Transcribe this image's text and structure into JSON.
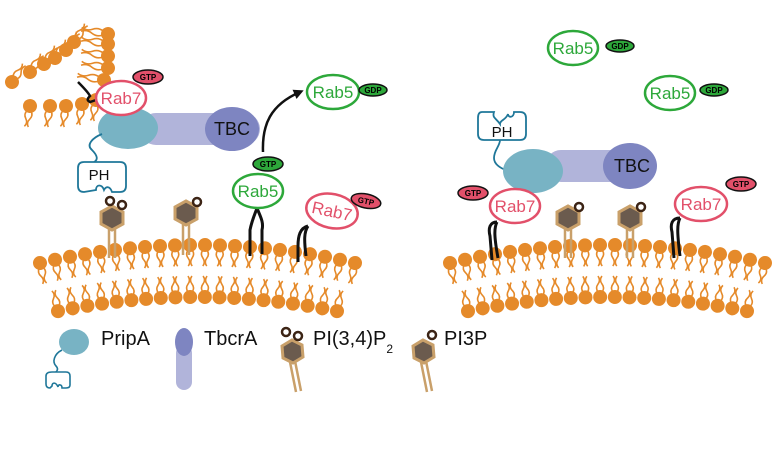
{
  "colors": {
    "lipid": "#E58A2A",
    "rab7": "#E2506A",
    "rab5": "#2DA83A",
    "gtp_rab7_fill": "#E2506A",
    "gtp_rab5_fill": "#2DA83A",
    "gdp_fill": "#2DA83A",
    "pripA": "#78B3C4",
    "tbcrA_head": "#7E85C1",
    "tbcrA_body": "#B1B4DA",
    "ph_domain": "#1F7799",
    "pi_hex_fill": "#6B5B4E",
    "pi_hex_stroke": "#C9A06A",
    "pi_phosphate": "#3C2415",
    "anchor": "#000000"
  },
  "left_panel": {
    "rab7_top": {
      "label": "Rab7",
      "nucleotide": "GTP"
    },
    "tbc_label": "TBC",
    "ph_label": "PH",
    "rab5_membrane": {
      "label": "Rab5",
      "nucleotide": "GTP"
    },
    "rab5_released": {
      "label": "Rab5",
      "nucleotide": "GDP"
    },
    "rab7_membrane": {
      "label": "Rab7",
      "nucleotide": "GTP"
    }
  },
  "right_panel": {
    "rab5_free_1": {
      "label": "Rab5",
      "nucleotide": "GDP"
    },
    "rab5_free_2": {
      "label": "Rab5",
      "nucleotide": "GDP"
    },
    "ph_label": "PH",
    "tbc_label": "TBC",
    "rab7_left": {
      "label": "Rab7",
      "nucleotide": "GTP"
    },
    "rab7_right": {
      "label": "Rab7",
      "nucleotide": "GTP"
    }
  },
  "legend": {
    "items": [
      {
        "label": "PripA"
      },
      {
        "label": "TbcrA"
      },
      {
        "label": "PI(3,4)P",
        "subscript": "2"
      },
      {
        "label": "PI3P"
      }
    ]
  }
}
